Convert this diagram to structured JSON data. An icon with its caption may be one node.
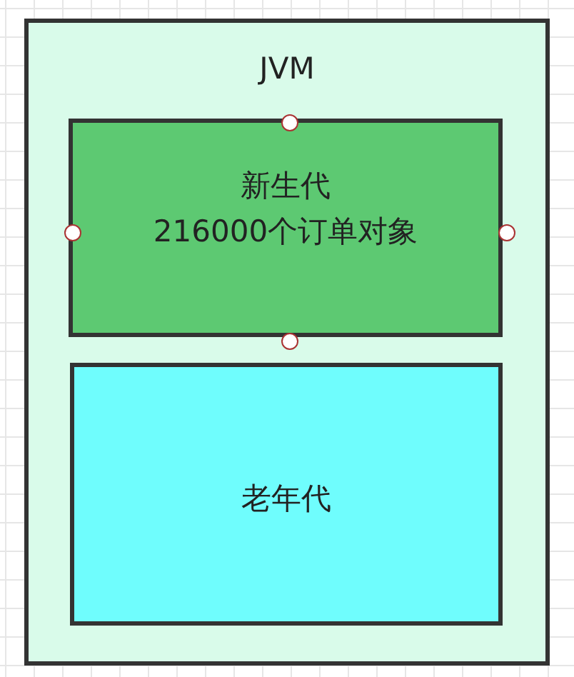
{
  "diagram": {
    "nodes": [
      {
        "text": [
          "JVM"
        ]
      },
      {
        "text": [
          "新生代",
          "216000个订单对象"
        ],
        "in": 0
      },
      {
        "text": [
          "老年代"
        ],
        "in": 0
      }
    ]
  }
}
